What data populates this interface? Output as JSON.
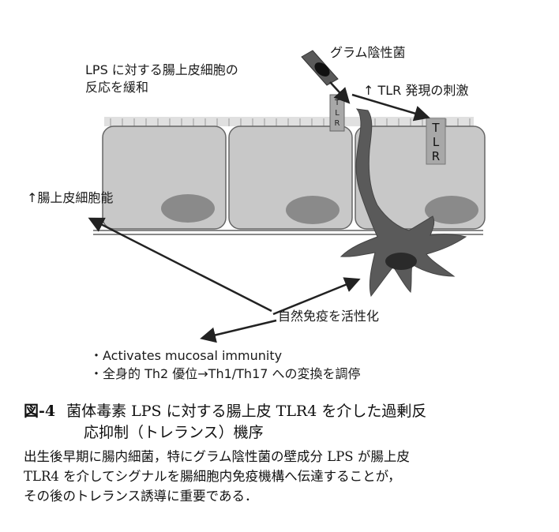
{
  "labels": {
    "bacteria": "グラム陰性菌",
    "lps_response_1": "LPS に対する腸上皮細胞の",
    "lps_response_2": "反応を緩和",
    "tlr_stim": "↑ TLR 発現の刺激",
    "epi_function": "↑腸上皮細胞能",
    "innate_immunity": "自然免疫を活性化",
    "tlr_letters": [
      "T",
      "L",
      "R"
    ]
  },
  "bullets": [
    "・Activates mucosal immunity",
    "・全身的 Th2 優位→Th1/Th17 への変換を調停"
  ],
  "caption": {
    "figure_label": "図-4",
    "title_line1": "菌体毒素 LPS に対する腸上皮 TLR4 を介した過剰反",
    "title_line2": "応抑制（トレランス）機序",
    "body_lines": [
      "出生後早期に腸内細菌，特にグラム陰性菌の壁成分 LPS が腸上皮",
      "TLR4 を介してシグナルを腸細胞内免疫機構へ伝達することが，",
      "その後のトレランス誘導に重要である．"
    ]
  }
}
